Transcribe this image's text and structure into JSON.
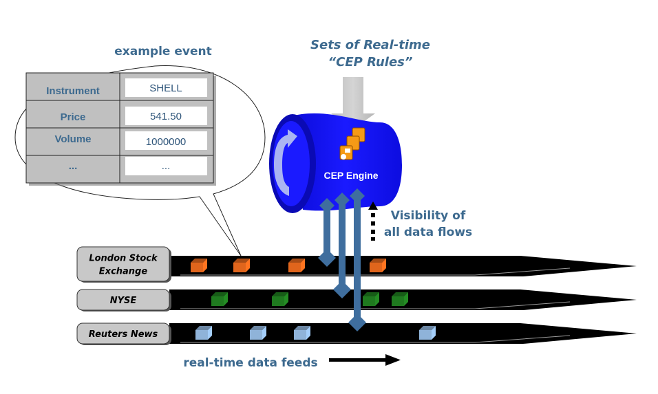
{
  "example_event": {
    "title": "example event",
    "rows": [
      {
        "field": "Instrument",
        "value": "SHELL"
      },
      {
        "field": "Price",
        "value": "541.50"
      },
      {
        "field": "Volume",
        "value": "1000000"
      },
      {
        "field": "...",
        "value": "..."
      }
    ]
  },
  "rules": {
    "line1": "Sets of Real-time",
    "line2": "“CEP Rules”"
  },
  "engine": {
    "label": "CEP Engine"
  },
  "visibility": {
    "line1": "Visibility of",
    "line2": "all data flows"
  },
  "feeds": [
    {
      "name_lines": [
        "London Stock",
        "Exchange"
      ],
      "color": "#e0651c",
      "event_count": 4
    },
    {
      "name_lines": [
        "NYSE"
      ],
      "color": "#1f7a1f",
      "event_count": 4
    },
    {
      "name_lines": [
        "Reuters News"
      ],
      "color": "#8fb3d9",
      "event_count": 4
    }
  ],
  "footer": {
    "label": "real-time data feeds"
  },
  "colors": {
    "accent_text": "#3d6a8f",
    "engine": "#1a1aff",
    "connector": "#3f6e9e"
  }
}
